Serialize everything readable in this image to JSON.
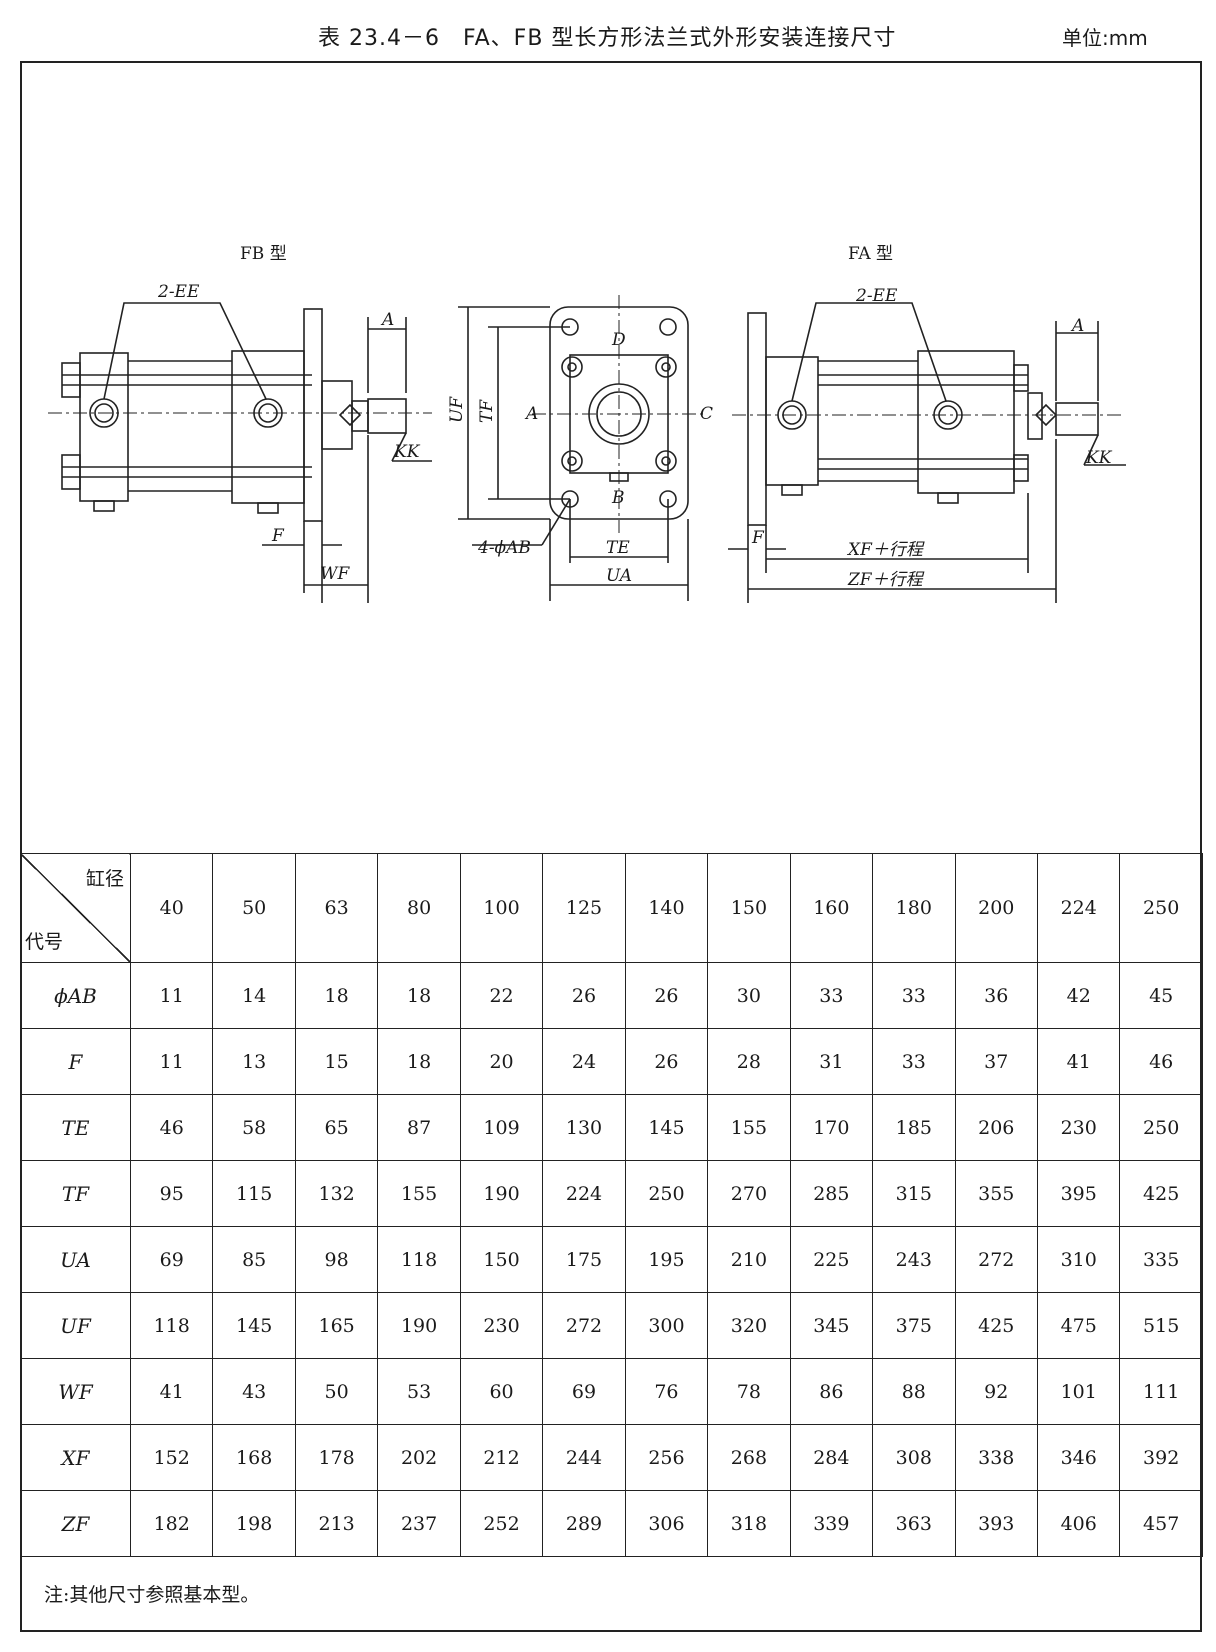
{
  "header": {
    "title": "表 23.4－6　FA、FB 型长方形法兰式外形安装连接尺寸",
    "unit": "单位:mm"
  },
  "figure": {
    "fb_caption": "FB 型",
    "fa_caption": "FA 型",
    "labels": {
      "ee": "2-EE",
      "a": "A",
      "kk": "KK",
      "f": "F",
      "wf": "WF",
      "uf": "UF",
      "tf": "TF",
      "side_a": "A",
      "side_b": "B",
      "side_c": "C",
      "side_d": "D",
      "ab": "4-ϕAB",
      "te": "TE",
      "ua": "UA",
      "xf": "XF＋行程",
      "zf": "ZF＋行程"
    }
  },
  "table": {
    "corner_top": "缸径",
    "corner_bottom": "代号",
    "bores": [
      "40",
      "50",
      "63",
      "80",
      "100",
      "125",
      "140",
      "150",
      "160",
      "180",
      "200",
      "224",
      "250"
    ],
    "rows": [
      {
        "code": "ϕAB",
        "values": [
          "11",
          "14",
          "18",
          "18",
          "22",
          "26",
          "26",
          "30",
          "33",
          "33",
          "36",
          "42",
          "45"
        ]
      },
      {
        "code": "F",
        "values": [
          "11",
          "13",
          "15",
          "18",
          "20",
          "24",
          "26",
          "28",
          "31",
          "33",
          "37",
          "41",
          "46"
        ]
      },
      {
        "code": "TE",
        "values": [
          "46",
          "58",
          "65",
          "87",
          "109",
          "130",
          "145",
          "155",
          "170",
          "185",
          "206",
          "230",
          "250"
        ]
      },
      {
        "code": "TF",
        "values": [
          "95",
          "115",
          "132",
          "155",
          "190",
          "224",
          "250",
          "270",
          "285",
          "315",
          "355",
          "395",
          "425"
        ]
      },
      {
        "code": "UA",
        "values": [
          "69",
          "85",
          "98",
          "118",
          "150",
          "175",
          "195",
          "210",
          "225",
          "243",
          "272",
          "310",
          "335"
        ]
      },
      {
        "code": "UF",
        "values": [
          "118",
          "145",
          "165",
          "190",
          "230",
          "272",
          "300",
          "320",
          "345",
          "375",
          "425",
          "475",
          "515"
        ]
      },
      {
        "code": "WF",
        "values": [
          "41",
          "43",
          "50",
          "53",
          "60",
          "69",
          "76",
          "78",
          "86",
          "88",
          "92",
          "101",
          "111"
        ]
      },
      {
        "code": "XF",
        "values": [
          "152",
          "168",
          "178",
          "202",
          "212",
          "244",
          "256",
          "268",
          "284",
          "308",
          "338",
          "346",
          "392"
        ]
      },
      {
        "code": "ZF",
        "values": [
          "182",
          "198",
          "213",
          "237",
          "252",
          "289",
          "306",
          "318",
          "339",
          "363",
          "393",
          "406",
          "457"
        ]
      }
    ]
  },
  "note": "注:其他尺寸参照基本型。"
}
